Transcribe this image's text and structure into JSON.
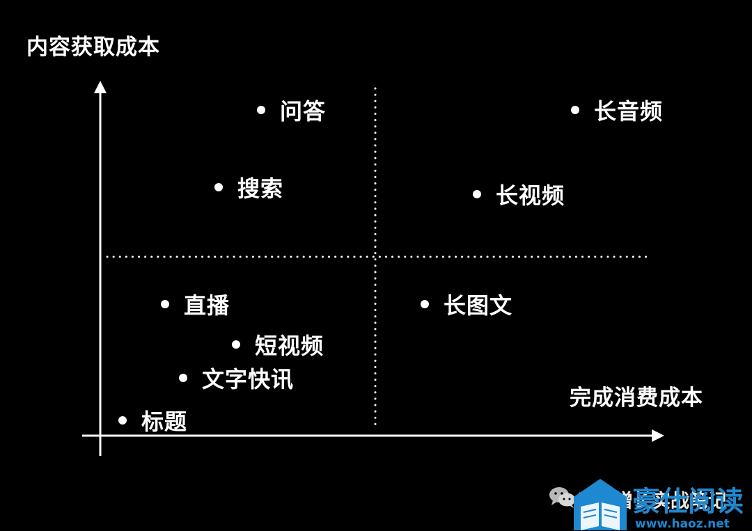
{
  "axes": {
    "y_title": "内容获取成本",
    "x_title": "完成消费成本"
  },
  "items": [
    {
      "label": "问答"
    },
    {
      "label": "长音频"
    },
    {
      "label": "搜索"
    },
    {
      "label": "长视频"
    },
    {
      "label": "直播"
    },
    {
      "label": "长图文"
    },
    {
      "label": "短视频"
    },
    {
      "label": "文字快讯"
    },
    {
      "label": "标题"
    }
  ],
  "watermark": {
    "account": "用户增长实战笔记",
    "logo_text": "豪仕阅读",
    "url": "www.haoz.net",
    "icon": "wechat-icon",
    "logo_icon": "open-book-icon",
    "logo_color": "#1e88d0"
  }
}
